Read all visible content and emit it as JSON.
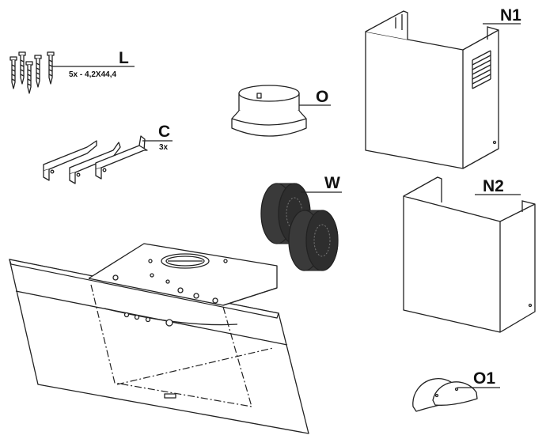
{
  "parts": {
    "screws": {
      "letter": "L",
      "spec": "5x - 4,2X44,4"
    },
    "brackets": {
      "letter": "C",
      "qty": "3x"
    },
    "collar": {
      "letter": "O"
    },
    "upper_chimney": {
      "letter": "N1"
    },
    "lower_chimney": {
      "letter": "N2"
    },
    "filters": {
      "letter": "W"
    },
    "flaps": {
      "letter": "O1"
    }
  },
  "colors": {
    "line": "#222222",
    "filter_dark": "#3a3a3a",
    "background": "#ffffff"
  }
}
